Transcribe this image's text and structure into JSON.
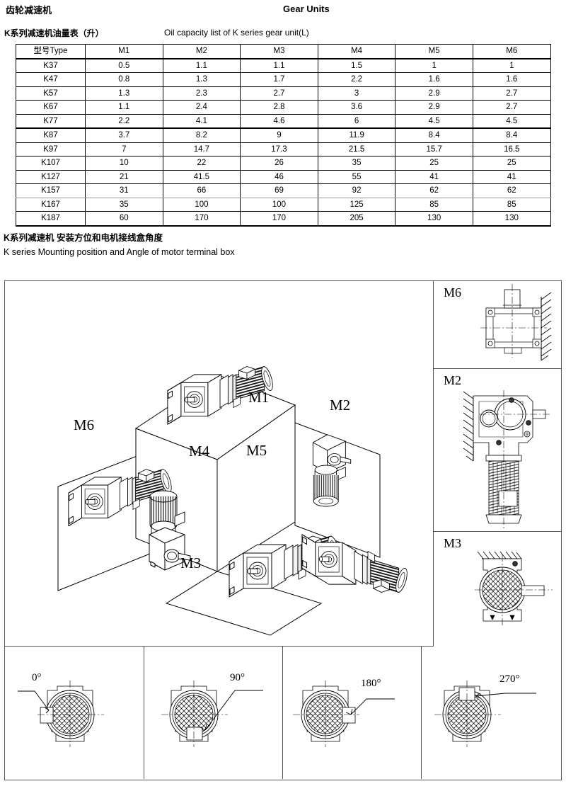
{
  "header": {
    "title_cn": "齿轮减速机",
    "title_en": "Gear Units"
  },
  "oil_section": {
    "caption_cn": "K系列减速机油量表（升）",
    "caption_en": "Oil capacity list of  K series gear unit(L)",
    "table": {
      "columns": [
        "型号Type",
        "M1",
        "M2",
        "M3",
        "M4",
        "M5",
        "M6"
      ],
      "rows": [
        {
          "type": "K37",
          "values": [
            "0.5",
            "1.1",
            "1.1",
            "1.5",
            "1",
            "1"
          ]
        },
        {
          "type": "K47",
          "values": [
            "0.8",
            "1.3",
            "1.7",
            "2.2",
            "1.6",
            "1.6"
          ]
        },
        {
          "type": "K57",
          "values": [
            "1.3",
            "2.3",
            "2.7",
            "3",
            "2.9",
            "2.7"
          ]
        },
        {
          "type": "K67",
          "values": [
            "1.1",
            "2.4",
            "2.8",
            "3.6",
            "2.9",
            "2.7"
          ]
        },
        {
          "type": "K77",
          "values": [
            "2.2",
            "4.1",
            "4.6",
            "6",
            "4.5",
            "4.5"
          ]
        },
        {
          "type": "K87",
          "values": [
            "3.7",
            "8.2",
            "9",
            "11.9",
            "8.4",
            "8.4"
          ]
        },
        {
          "type": "K97",
          "values": [
            "7",
            "14.7",
            "17.3",
            "21.5",
            "15.7",
            "16.5"
          ]
        },
        {
          "type": "K107",
          "values": [
            "10",
            "22",
            "26",
            "35",
            "25",
            "25"
          ]
        },
        {
          "type": "K127",
          "values": [
            "21",
            "41.5",
            "46",
            "55",
            "41",
            "41"
          ]
        },
        {
          "type": "K157",
          "values": [
            "31",
            "66",
            "69",
            "92",
            "62",
            "62"
          ]
        },
        {
          "type": "K167",
          "values": [
            "35",
            "100",
            "100",
            "125",
            "85",
            "85"
          ]
        },
        {
          "type": "K187",
          "values": [
            "60",
            "170",
            "170",
            "205",
            "130",
            "130"
          ]
        }
      ]
    }
  },
  "mounting_section": {
    "caption_cn": "K系列减速机 安装方位和电机接线盒角度",
    "caption_en": "K series Mounting  position and Angle of motor terminal box",
    "iso_labels": {
      "m1": "M1",
      "m2": "M2",
      "m3": "M3",
      "m4": "M4",
      "m5": "M5",
      "m6": "M6"
    },
    "detail_views": [
      {
        "label": "M6"
      },
      {
        "label": "M2"
      },
      {
        "label": "M3"
      }
    ],
    "terminal_box_angles": [
      {
        "label": "0°"
      },
      {
        "label": "90°"
      },
      {
        "label": "180°"
      },
      {
        "label": "270°"
      }
    ]
  },
  "colors": {
    "line": "#000000",
    "frame": "#555555",
    "hatch": "#000000"
  }
}
